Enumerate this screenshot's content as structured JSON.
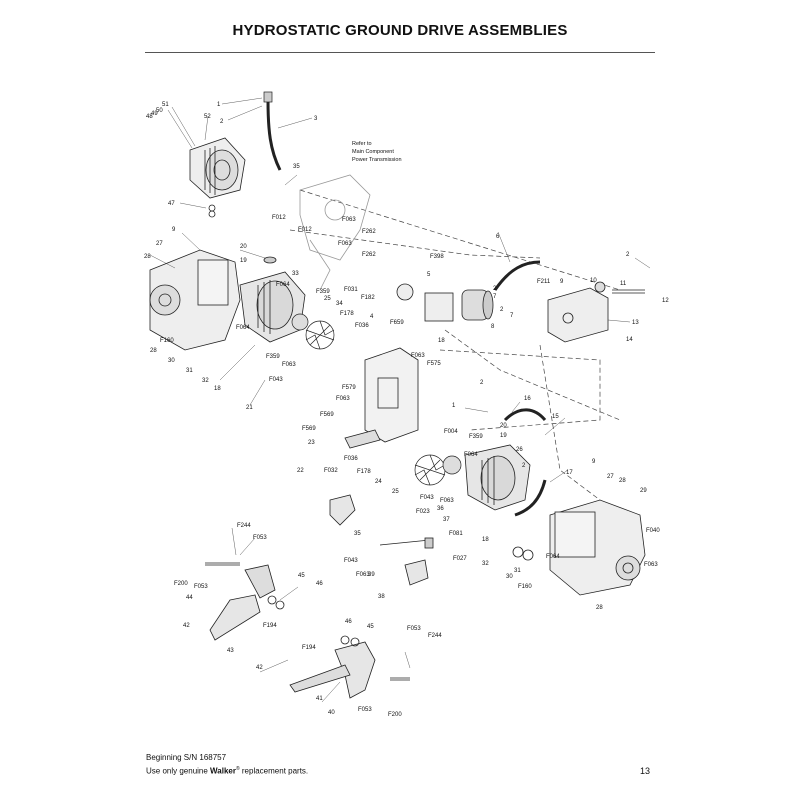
{
  "title": "HYDROSTATIC GROUND DRIVE ASSEMBLIES",
  "note": [
    "Refer to",
    "Main Component",
    "Power Transmission"
  ],
  "footer": {
    "serial": "Beginning S/N 168757",
    "use_prefix": "Use only genuine ",
    "brand": "Walker",
    "registered": "®",
    "use_suffix": " replacement parts."
  },
  "page_number": "13",
  "callouts": [
    "1",
    "2",
    "3",
    "48",
    "49",
    "50",
    "51",
    "52",
    "47",
    "35",
    "F012",
    "F063",
    "F262",
    "F012",
    "F063",
    "F262",
    "9",
    "27",
    "28",
    "20",
    "19",
    "33",
    "F064",
    "F359",
    "25",
    "34",
    "F178",
    "F036",
    "F031",
    "F182",
    "4",
    "5",
    "F398",
    "2",
    "7",
    "2",
    "7",
    "8",
    "F211",
    "9",
    "10",
    "11",
    "2",
    "12",
    "13",
    "14",
    "6",
    "F659",
    "18",
    "F063",
    "F575",
    "F579",
    "F063",
    "F569",
    "F569",
    "23",
    "22",
    "F032",
    "F036",
    "F178",
    "24",
    "F004",
    "F359",
    "19",
    "20",
    "26",
    "F064",
    "25",
    "F043",
    "F063",
    "16",
    "1",
    "2",
    "15",
    "17",
    "2",
    "9",
    "27",
    "28",
    "29",
    "F040",
    "F063",
    "18",
    "32",
    "30",
    "31",
    "F160",
    "F064",
    "28",
    "36",
    "37",
    "F023",
    "F081",
    "F027",
    "38",
    "39",
    "F043",
    "F063",
    "35",
    "F244",
    "F053",
    "F200",
    "F053",
    "44",
    "45",
    "46",
    "42",
    "F194",
    "43",
    "42",
    "F194",
    "46",
    "45",
    "41",
    "40",
    "F053",
    "F244",
    "F053",
    "F200",
    "28",
    "30",
    "31",
    "32",
    "18",
    "21",
    "F160",
    "F064",
    "F359",
    "F063",
    "F043"
  ]
}
